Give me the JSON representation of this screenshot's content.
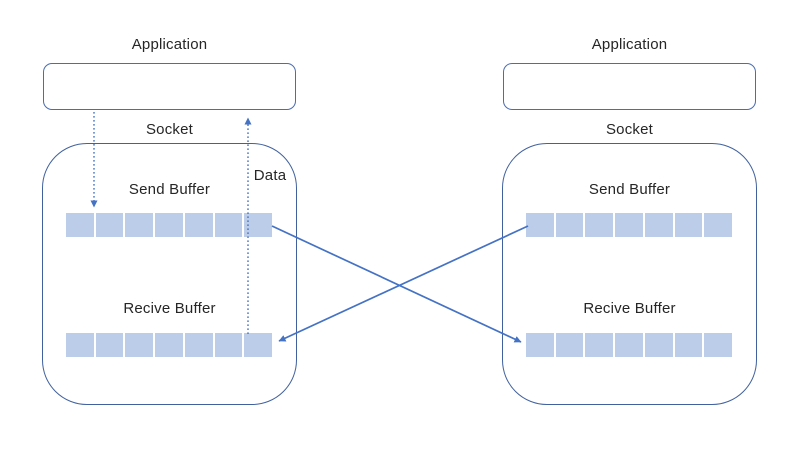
{
  "nodes": [
    {
      "side": "left",
      "application_label": "Application",
      "socket_label": "Socket",
      "send_buffer_label": "Send Buffer",
      "receive_buffer_label": "Recive Buffer",
      "buffer_cell_count": 7
    },
    {
      "side": "right",
      "application_label": "Application",
      "socket_label": "Socket",
      "send_buffer_label": "Send Buffer",
      "receive_buffer_label": "Recive Buffer",
      "buffer_cell_count": 7
    }
  ],
  "data_label": "Data",
  "flows": [
    {
      "from": "left-application",
      "to": "left-send-buffer",
      "style": "dotted-arrow-down"
    },
    {
      "from": "left-receive-buffer",
      "to": "left-application",
      "style": "dotted-arrow-up",
      "label": "Data"
    },
    {
      "from": "left-send-buffer",
      "to": "right-receive-buffer",
      "style": "solid-arrow"
    },
    {
      "from": "right-send-buffer",
      "to": "left-receive-buffer",
      "style": "solid-arrow"
    }
  ],
  "colors": {
    "box_border": "#4a6cb0",
    "socket_border": "#41619e",
    "arrow_blue": "#4472c4",
    "buffer_cell_fill": "#bccdea",
    "text": "#262626"
  }
}
